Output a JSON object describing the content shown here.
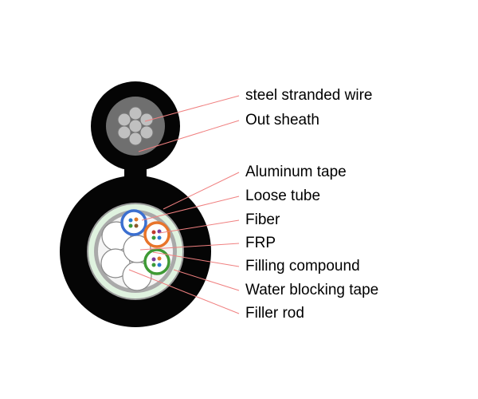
{
  "labels": [
    "steel stranded wire",
    "Out sheath",
    "Aluminum tape",
    "Loose tube",
    "Fiber",
    "FRP",
    "Filling compound",
    "Water blocking tape",
    "Filler rod"
  ],
  "colors": {
    "sheath": "#050505",
    "messenger_inner": "#6f6f6f",
    "steel_wire": "#bdbdbd",
    "filling_ring": "#e8f6e8",
    "water_tape": "#a9a9a9",
    "leader_line": "#f08080",
    "tube_blue": "#3b6fd0",
    "tube_orange": "#e8742a",
    "tube_green": "#3f9a35"
  }
}
